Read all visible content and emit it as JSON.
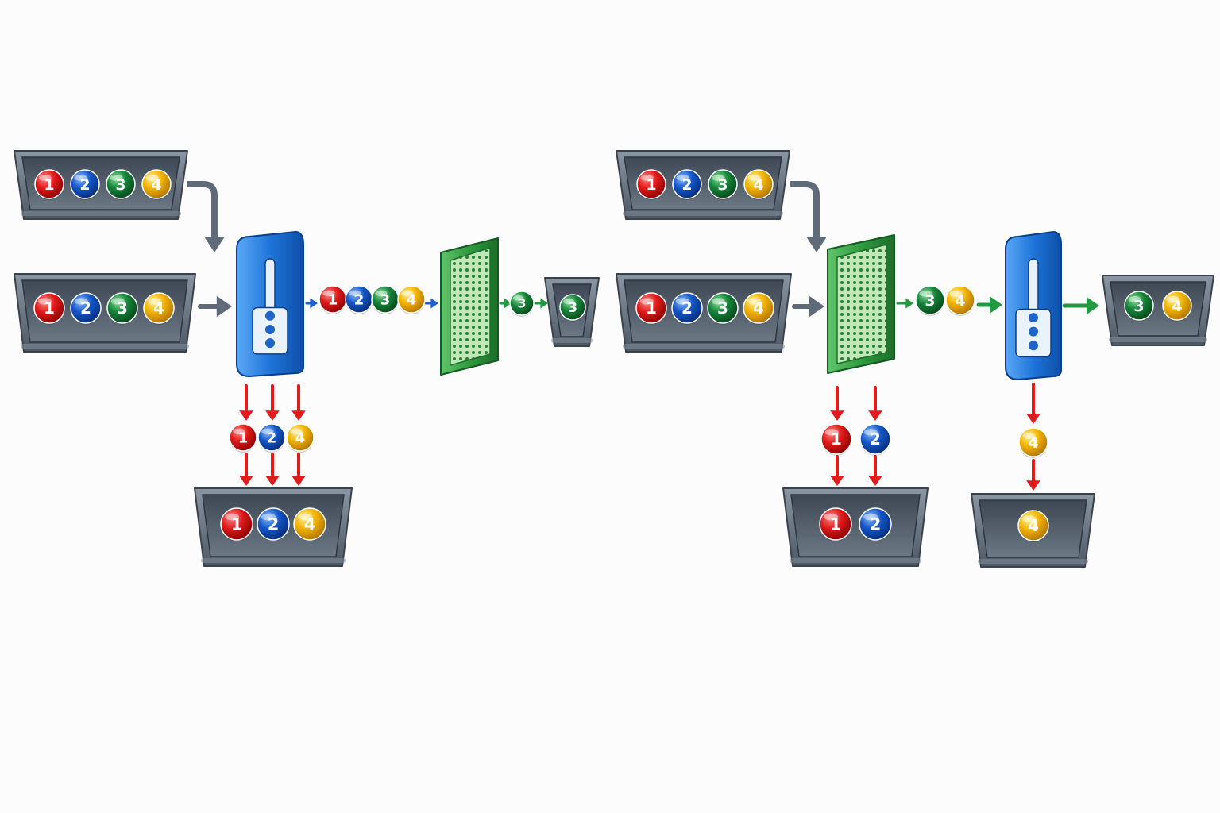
{
  "colors": {
    "red": "#d8121b",
    "blue": "#1456c8",
    "green": "#16843a",
    "yellow": "#f2b400",
    "tray": "#5f6b78",
    "arrow_gray": "#5f6b78",
    "arrow_red": "#e01b1b",
    "arrow_blue": "#1f5fd0",
    "arrow_green": "#21993f",
    "blue_device": "#1f74d8",
    "green_filter": "#2f9a3f"
  },
  "balls": {
    "b1": {
      "label": "1",
      "color": "red"
    },
    "b2": {
      "label": "2",
      "color": "blue"
    },
    "b3": {
      "label": "3",
      "color": "green"
    },
    "b4": {
      "label": "4",
      "color": "yellow"
    }
  },
  "left_flow": {
    "input_tray_top": [
      "b1",
      "b2",
      "b3",
      "b4"
    ],
    "input_tray_bottom": [
      "b1",
      "b2",
      "b3",
      "b4"
    ],
    "after_gate": [
      "b1",
      "b2",
      "b3",
      "b4"
    ],
    "gate_reject": [
      "b1",
      "b2",
      "b4"
    ],
    "reject_tray": [
      "b1",
      "b2",
      "b4"
    ],
    "after_filter": [
      "b3"
    ],
    "output_tray": [
      "b3"
    ]
  },
  "right_flow": {
    "input_tray_top": [
      "b1",
      "b2",
      "b3",
      "b4"
    ],
    "input_tray_bottom": [
      "b1",
      "b2",
      "b3",
      "b4"
    ],
    "filter_reject": [
      "b1",
      "b2"
    ],
    "filter_reject_tray": [
      "b1",
      "b2"
    ],
    "after_filter": [
      "b3",
      "b4"
    ],
    "gate_reject": [
      "b4"
    ],
    "gate_reject_tray": [
      "b4"
    ],
    "output_tray": [
      "b3",
      "b4"
    ]
  },
  "icons": {
    "gate": "gate-device-icon",
    "filter": "mesh-filter-icon",
    "tray": "tray-icon"
  }
}
